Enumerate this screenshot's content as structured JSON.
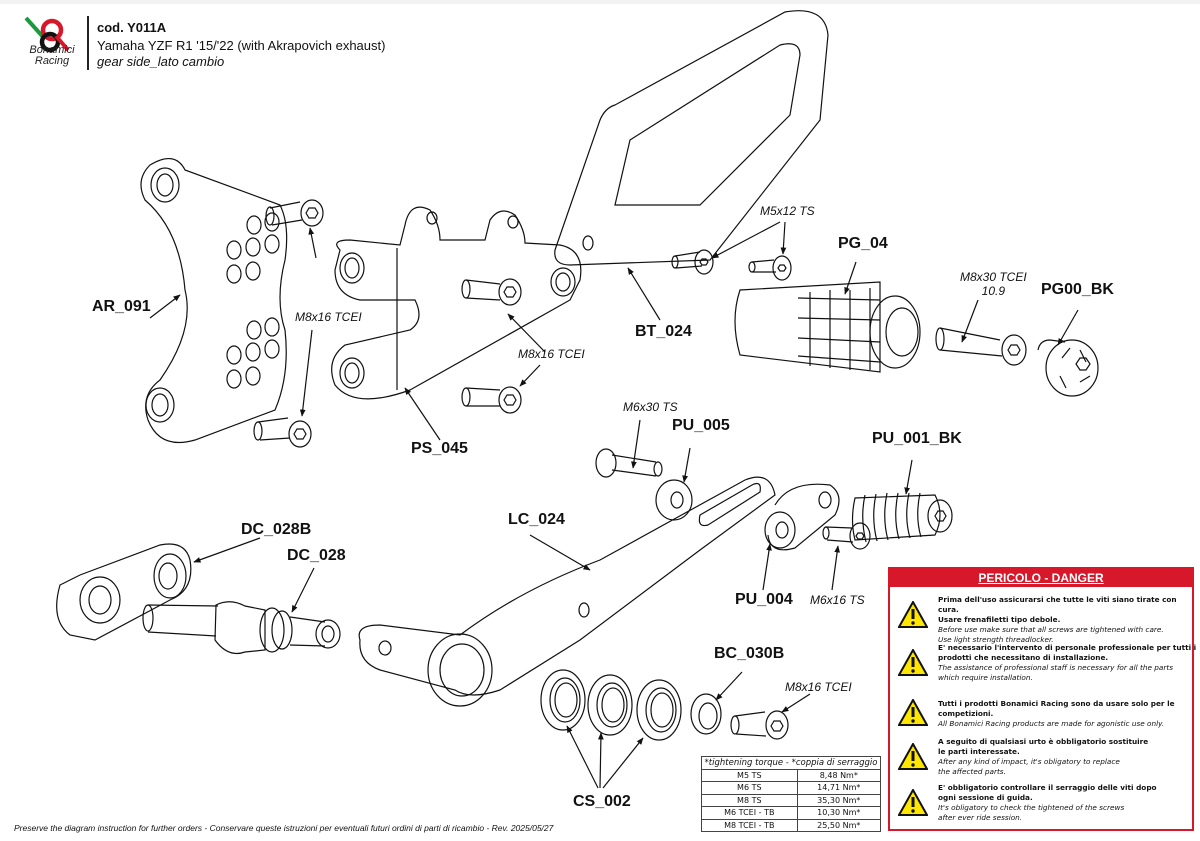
{
  "brand": {
    "name_line1": "Bonamici",
    "name_line2": "Racing",
    "logo_colors": {
      "green": "#1a9a3c",
      "red": "#d7182a",
      "black": "#111111"
    }
  },
  "header": {
    "code": "cod. Y011A",
    "model": "Yamaha YZF R1 '15/'22 (with Akrapovich exhaust)",
    "side": "gear side_lato cambio"
  },
  "parts": {
    "ar_091": "AR_091",
    "ps_045": "PS_045",
    "bt_024": "BT_024",
    "pg_04": "PG_04",
    "pg00_bk": "PG00_BK",
    "pu_005": "PU_005",
    "pu_001_bk": "PU_001_BK",
    "lc_024": "LC_024",
    "dc_028b": "DC_028B",
    "dc_028": "DC_028",
    "pu_004": "PU_004",
    "bc_030b": "BC_030B",
    "cs_002": "CS_002"
  },
  "screws": {
    "m8x16_tcei_left": "M8x16 TCEI",
    "m8x16_tcei_mid": "M8x16 TCEI",
    "m5x12_ts": "M5x12 TS",
    "m8x30_tcei_line1": "M8x30 TCEI",
    "m8x30_tcei_line2": "10.9",
    "m6x30_ts": "M6x30 TS",
    "m6x16_ts": "M6x16 TS",
    "m8x16_tcei_bottom": "M8x16 TCEI"
  },
  "torque_table": {
    "title": "*tightening torque - *coppia di serraggio",
    "rows": [
      {
        "screw": "M5 TS",
        "torque": "8,48 Nm*"
      },
      {
        "screw": "M6 TS",
        "torque": "14,71 Nm*"
      },
      {
        "screw": "M8 TS",
        "torque": "35,30 Nm*"
      },
      {
        "screw": "M6 TCEI - TB",
        "torque": "10,30 Nm*"
      },
      {
        "screw": "M8 TCEI - TB",
        "torque": "25,50 Nm*"
      }
    ]
  },
  "danger": {
    "title": "PERICOLO - DANGER",
    "color": "#d7182a",
    "warning_icon": "warning-triangle-icon",
    "items": [
      {
        "it1": "Prima dell'uso assicurarsi che tutte le viti siano tirate con cura.",
        "it2": "Usare frenafiletti tipo debole.",
        "en1": "Before use make sure that all screws are tightened with care.",
        "en2": "Use light strength threadlocker."
      },
      {
        "it1": "E' necessario l'intervento di personale professionale per tutti i",
        "it2": "prodotti che necessitano di installazione.",
        "en1": "The assistance of professional staff is necessary for all the parts",
        "en2": "which require installation."
      },
      {
        "it1": "Tutti i prodotti Bonamici Racing sono da usare solo per le competizioni.",
        "it2": "",
        "en1": "All Bonamici Racing products are made for agonistic use only.",
        "en2": ""
      },
      {
        "it1": "A seguito di qualsiasi urto è obbligatorio sostituire",
        "it2": "le parti interessate.",
        "en1": "After any kind of impact, it's obligatory to replace",
        "en2": "the affected parts."
      },
      {
        "it1": "E' obbligatorio controllare il serraggio delle viti dopo",
        "it2": "ogni sessione di guida.",
        "en1": "It's obligatory to check the tightened of the screws",
        "en2": "after ever ride session."
      }
    ]
  },
  "footer": "Preserve the diagram instruction for further orders - Conservare queste istruzioni per eventuali futuri ordini di parti di ricambio - Rev. 2025/05/27"
}
